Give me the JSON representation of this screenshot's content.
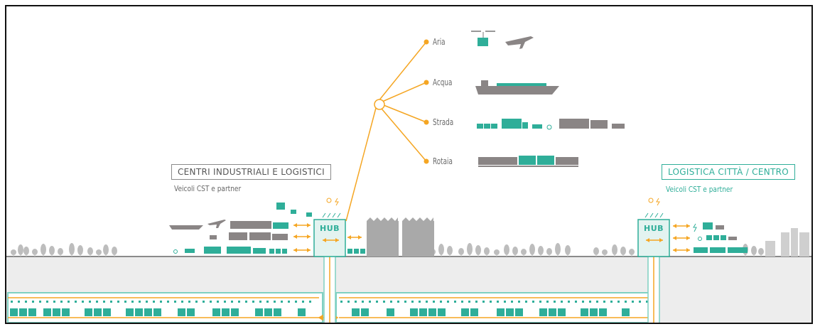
{
  "modes": [
    {
      "label": "Aria"
    },
    {
      "label": "Acqua"
    },
    {
      "label": "Strada"
    },
    {
      "label": "Rotaia"
    }
  ],
  "left_zone": {
    "title": "CENTRI INDUSTRIALI E LOGISTICI",
    "subtitle": "Veicoli CST e partner"
  },
  "right_zone": {
    "title": "LOGISTICA CITTÀ / CENTRO",
    "subtitle": "Veicoli CST e partner"
  },
  "hubs": [
    {
      "label": "HUB"
    },
    {
      "label": "HUB"
    }
  ],
  "colors": {
    "teal": "#2fae99",
    "orange": "#f5a623",
    "gray": "#8a8585",
    "ground": "#ececec",
    "tunnel_line": "#7fd0c2"
  }
}
